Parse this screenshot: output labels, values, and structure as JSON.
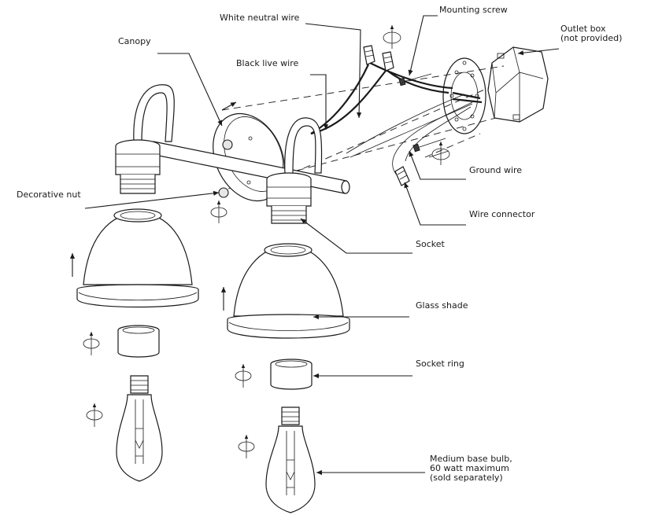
{
  "labels": {
    "white_neutral_wire": "White neutral wire",
    "mounting_screw": "Mounting screw",
    "outlet_box_line1": "Outlet box",
    "outlet_box_line2": "(not provided)",
    "canopy": "Canopy",
    "black_live_wire": "Black live wire",
    "decorative_nut": "Decorative nut",
    "ground_wire": "Ground wire",
    "wire_connector": "Wire connector",
    "socket": "Socket",
    "glass_shade": "Glass shade",
    "socket_ring": "Socket ring",
    "bulb_line1": "Medium base bulb,",
    "bulb_line2": "60 watt maximum",
    "bulb_line3": "(sold separately)"
  },
  "style": {
    "line_color": "#1a1a1a",
    "fill_light": "#e6e6e6",
    "background": "#ffffff"
  }
}
